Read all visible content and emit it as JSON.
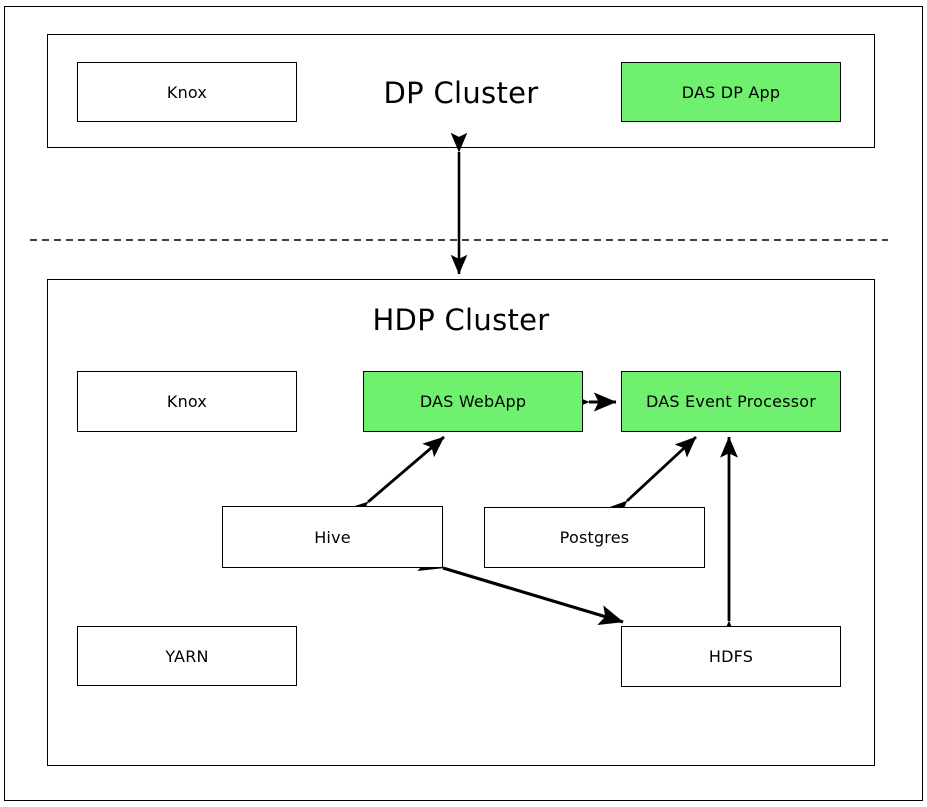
{
  "diagram": {
    "title_dp": "DP Cluster",
    "title_hdp": "HDP Cluster",
    "colors": {
      "highlight_green": "#6FF06F",
      "stroke": "#000000",
      "background": "#FFFFFF"
    },
    "dp_cluster": {
      "label": "DP Cluster",
      "nodes": [
        {
          "id": "dp-knox",
          "label": "Knox",
          "highlighted": false
        },
        {
          "id": "dp-das-app",
          "label": "DAS DP App",
          "highlighted": true
        }
      ]
    },
    "hdp_cluster": {
      "label": "HDP Cluster",
      "nodes": [
        {
          "id": "hdp-knox",
          "label": "Knox",
          "highlighted": false
        },
        {
          "id": "das-webapp",
          "label": "DAS WebApp",
          "highlighted": true
        },
        {
          "id": "das-event-processor",
          "label": "DAS Event Processor",
          "highlighted": true
        },
        {
          "id": "hive",
          "label": "Hive",
          "highlighted": false
        },
        {
          "id": "postgres",
          "label": "Postgres",
          "highlighted": false
        },
        {
          "id": "yarn",
          "label": "YARN",
          "highlighted": false
        },
        {
          "id": "hdfs",
          "label": "HDFS",
          "highlighted": false
        }
      ]
    },
    "connections": [
      {
        "id": "dp-to-hdp",
        "from": "dp-cluster",
        "to": "hdp-cluster",
        "style": "double-arrow"
      },
      {
        "id": "webapp-to-event-processor",
        "from": "das-webapp",
        "to": "das-event-processor",
        "style": "double-arrow"
      },
      {
        "id": "hive-to-webapp",
        "from": "hive",
        "to": "das-webapp",
        "style": "double-arrow"
      },
      {
        "id": "postgres-to-event-processor",
        "from": "postgres",
        "to": "das-event-processor",
        "style": "double-arrow"
      },
      {
        "id": "hdfs-to-event-processor",
        "from": "hdfs",
        "to": "das-event-processor",
        "style": "double-arrow"
      },
      {
        "id": "hive-to-hdfs",
        "from": "hive",
        "to": "hdfs",
        "style": "double-arrow"
      }
    ],
    "separator": {
      "id": "cluster-separator",
      "style": "dashed"
    }
  }
}
